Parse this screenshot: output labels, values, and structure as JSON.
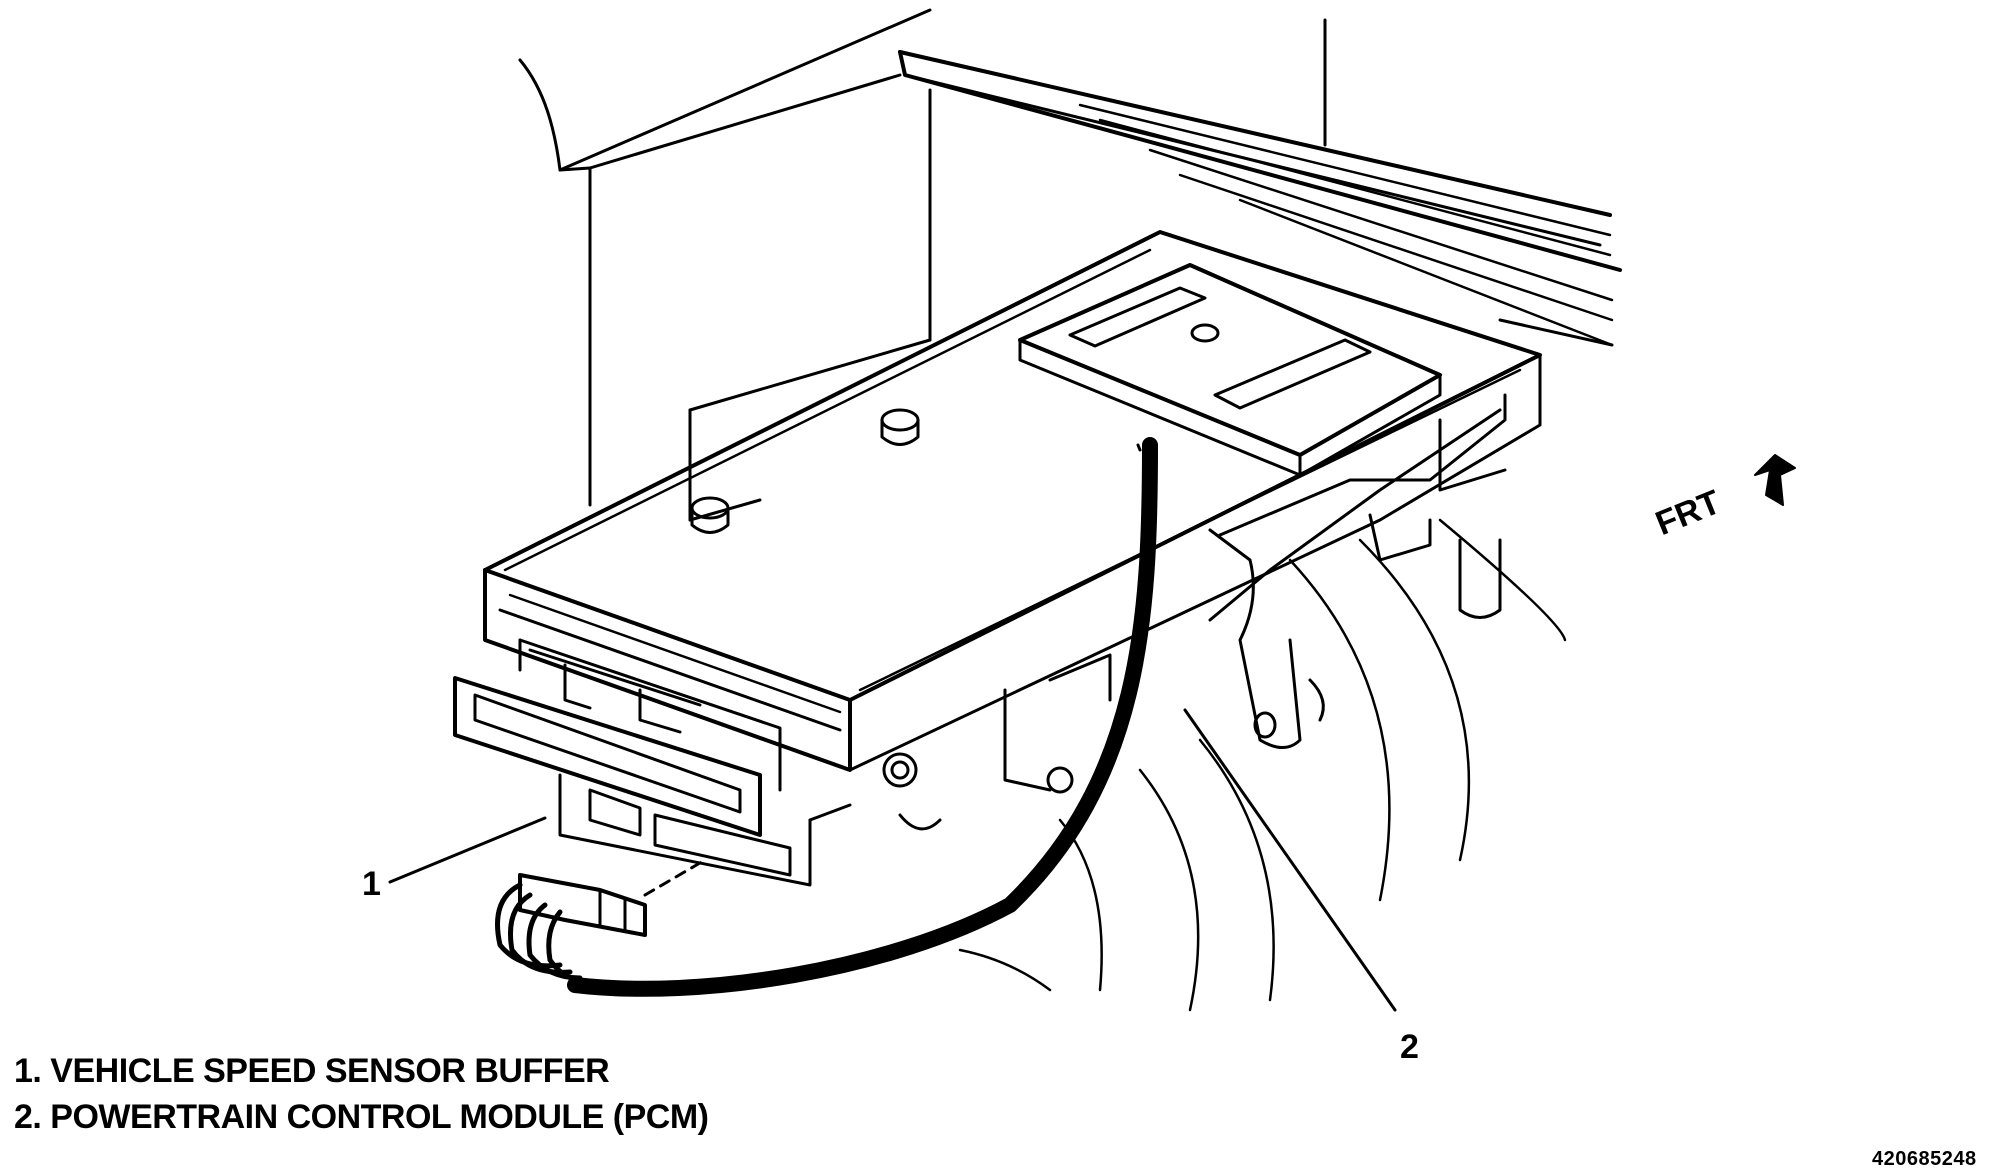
{
  "callouts": [
    {
      "number": "1"
    },
    {
      "number": "2"
    }
  ],
  "legend": [
    "1. VEHICLE SPEED SENSOR BUFFER",
    "2. POWERTRAIN CONTROL MODULE (PCM)"
  ],
  "direction_label": "FRT",
  "figure_id": "420685248"
}
